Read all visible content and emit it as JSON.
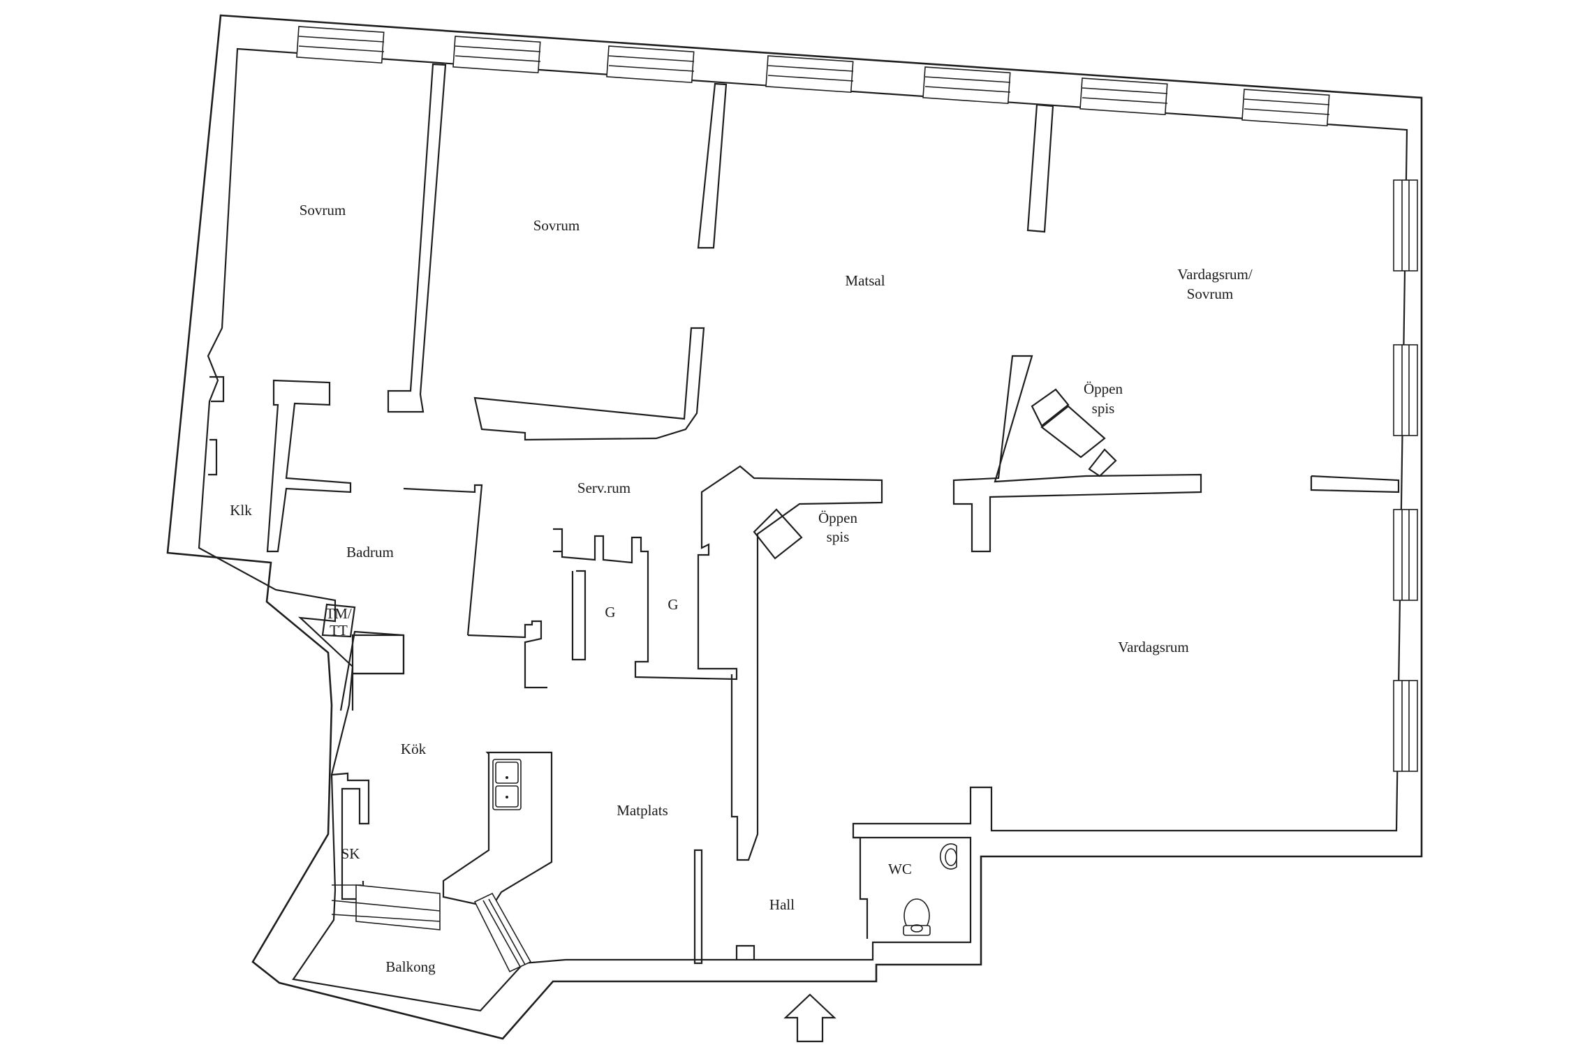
{
  "plan": {
    "rooms": {
      "sovrum_1": "Sovrum",
      "sovrum_2": "Sovrum",
      "matsal": "Matsal",
      "vardagsrum_sovrum_line1": "Vardagsrum/",
      "vardagsrum_sovrum_line2": "Sovrum",
      "oppen_spis_1_line1": "Öppen",
      "oppen_spis_1_line2": "spis",
      "serv_rum": "Serv.rum",
      "oppen_spis_2_line1": "Öppen",
      "oppen_spis_2_line2": "spis",
      "klk": "Klk",
      "badrum": "Badrum",
      "g_1": "G",
      "g_2": "G",
      "tm_tt_line1": "TM/",
      "tm_tt_line2": "TT",
      "vardagsrum": "Vardagsrum",
      "kok": "Kök",
      "matplats": "Matplats",
      "sk": "SK",
      "wc": "WC",
      "hall": "Hall",
      "balkong": "Balkong"
    },
    "entrance_icon": "entrance-arrow-icon"
  }
}
